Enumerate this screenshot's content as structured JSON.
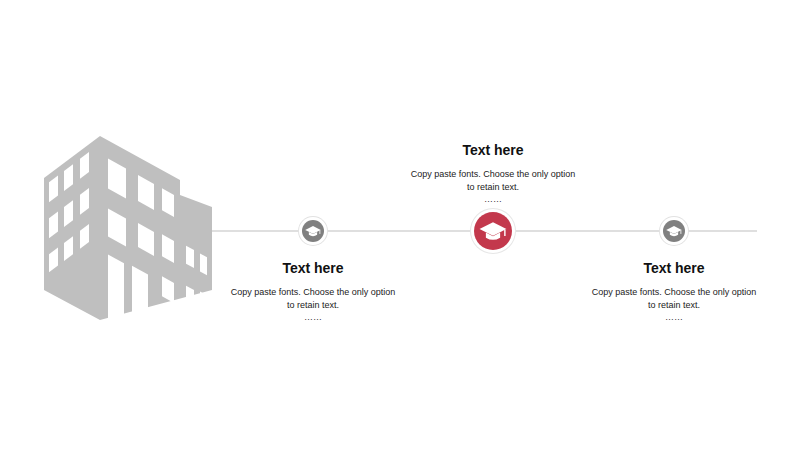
{
  "diagram": {
    "nodes": [
      {
        "text": [
          "Text here",
          "Copy paste fonts. Choose the only option to retain text.",
          "……"
        ]
      },
      {
        "text": [
          "Text here",
          "Copy paste fonts. Choose the only option to retain text.",
          "……"
        ]
      },
      {
        "text": [
          "Text here",
          "Copy paste fonts. Choose the only option to retain text.",
          "……"
        ]
      }
    ],
    "edges": [
      {
        "from": 0,
        "to": 1,
        "arrow": "none"
      },
      {
        "from": 1,
        "to": 2,
        "arrow": "none"
      }
    ]
  }
}
